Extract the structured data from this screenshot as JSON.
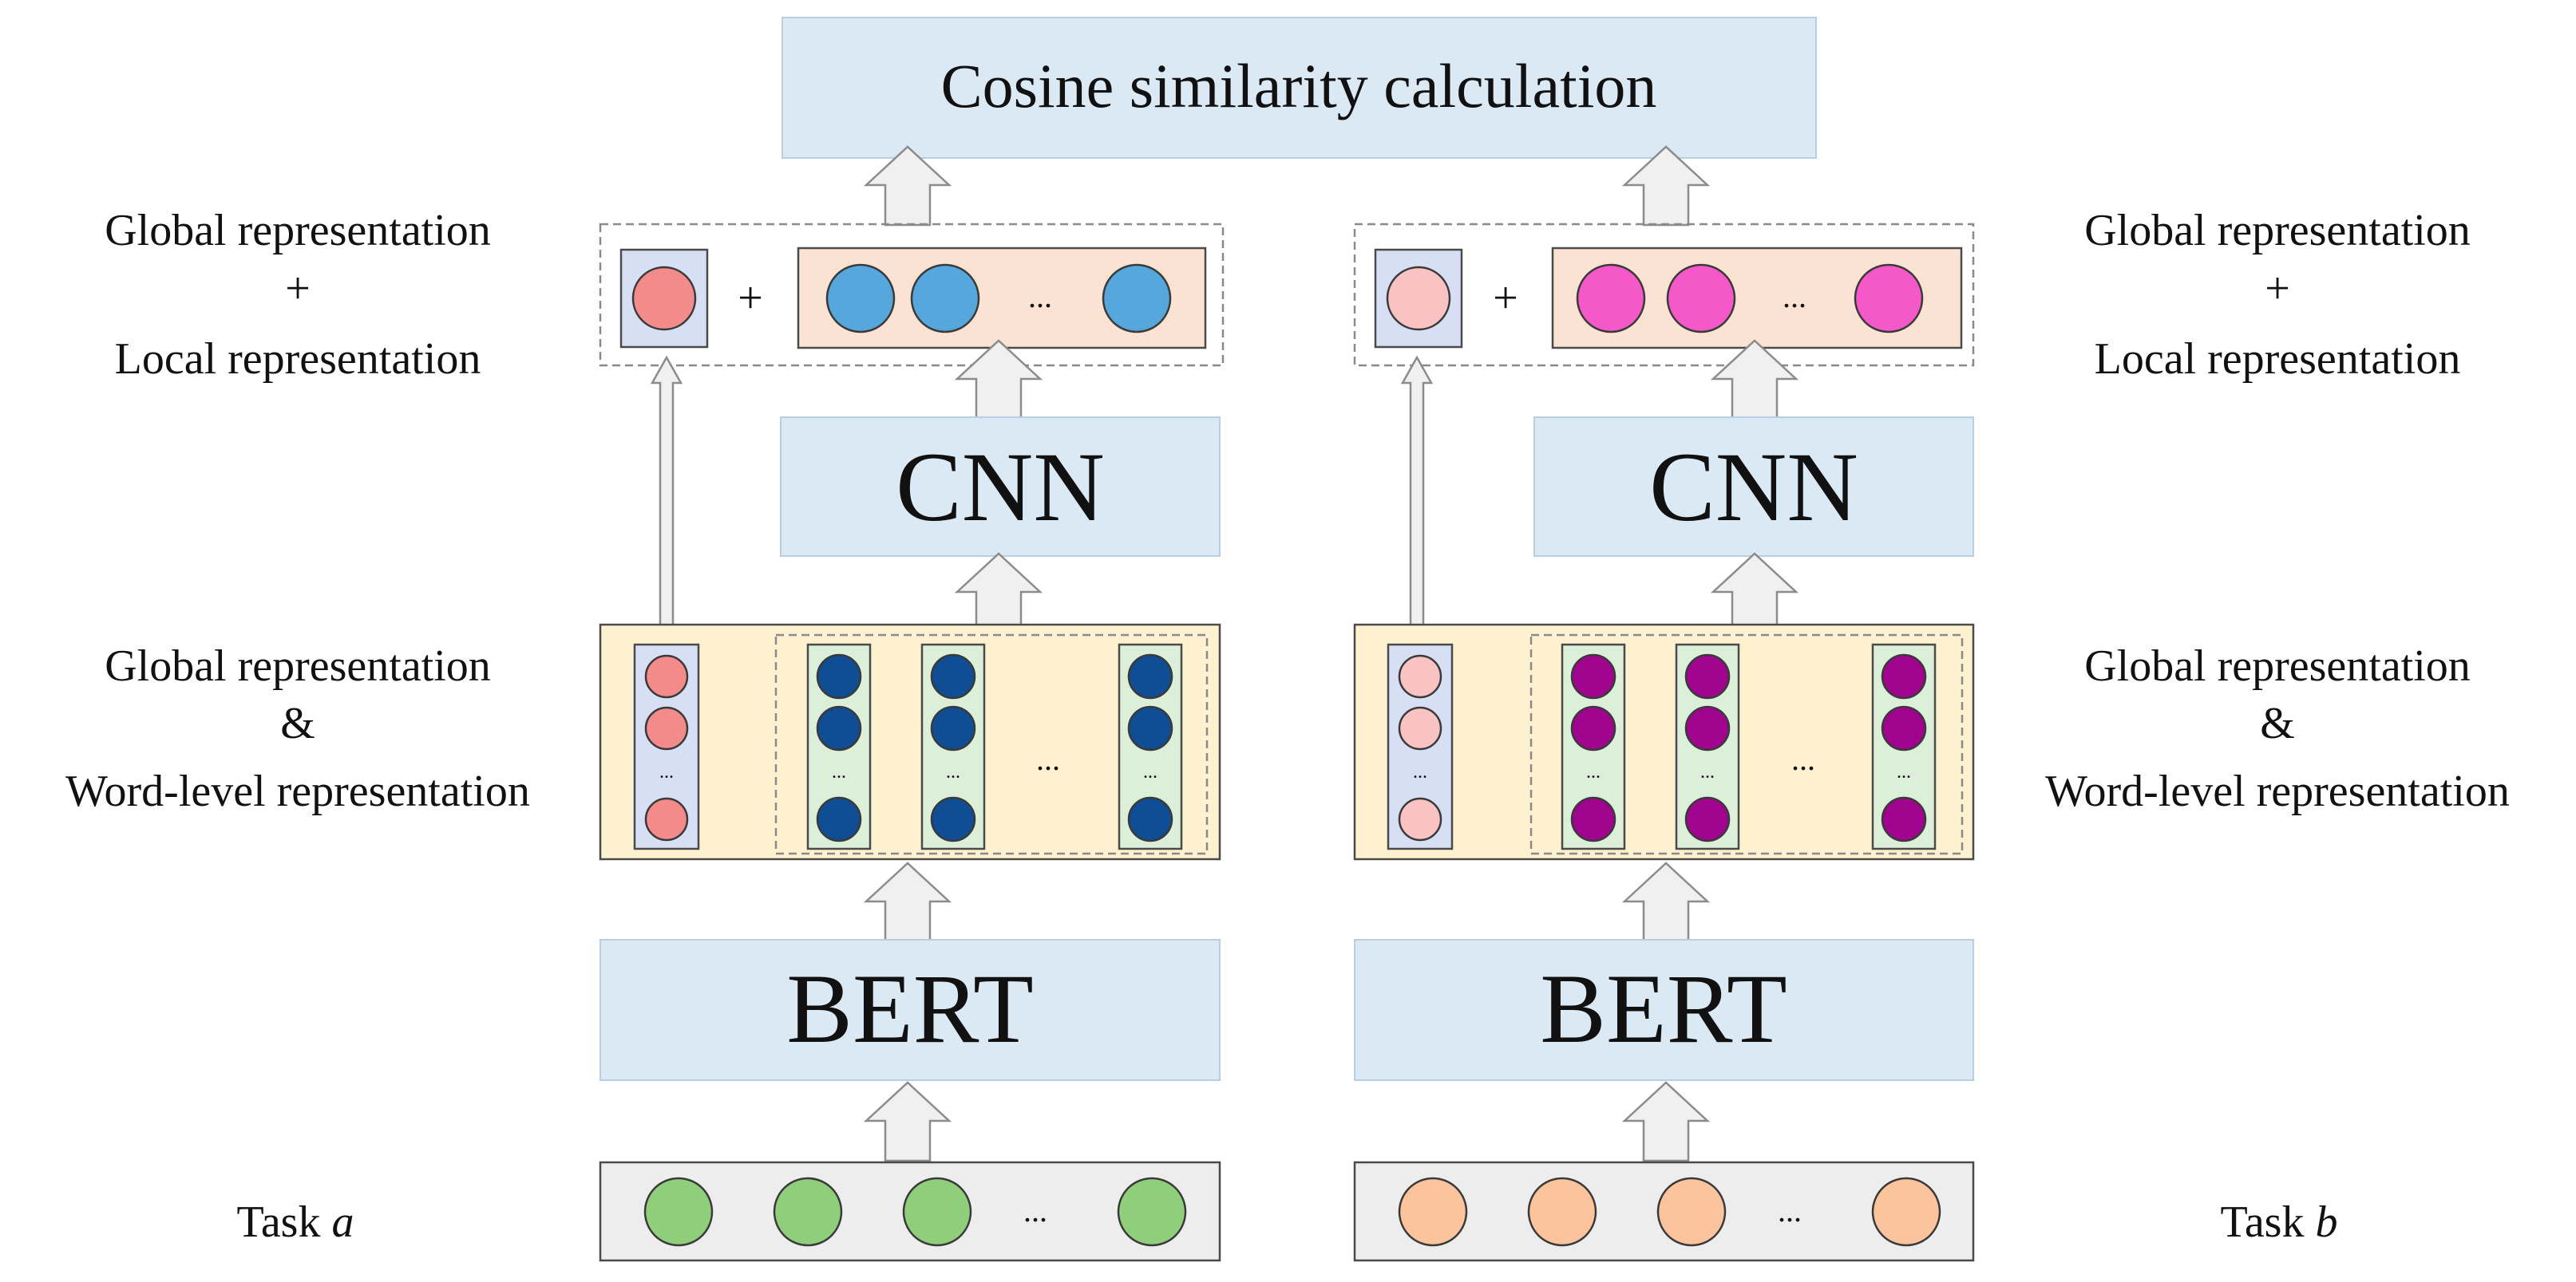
{
  "top_box": {
    "label": "Cosine similarity calculation"
  },
  "left": {
    "task": {
      "prefix": "Task ",
      "var": "a"
    },
    "bert": "BERT",
    "cnn": "CNN",
    "upper_label": [
      "Global  representation",
      "+",
      "Local representation"
    ],
    "lower_label": [
      "Global  representation",
      "&",
      "Word-level representation"
    ],
    "plus": "+",
    "ellipsis": "...",
    "colors": {
      "input": "#8fcf7c",
      "global": "#f48b8b",
      "word": "#0f4d94",
      "local": "#55a7dc"
    }
  },
  "right": {
    "task": {
      "prefix": "Task ",
      "var": "b"
    },
    "bert": "BERT",
    "cnn": "CNN",
    "upper_label": [
      "Global  representation",
      "+",
      "Local representation"
    ],
    "lower_label": [
      "Global  representation",
      "&",
      "Word-level representation"
    ],
    "plus": "+",
    "ellipsis": "...",
    "colors": {
      "input": "#fcc49c",
      "global": "#f9c3c3",
      "word": "#a0048f",
      "local": "#f558c8"
    }
  }
}
